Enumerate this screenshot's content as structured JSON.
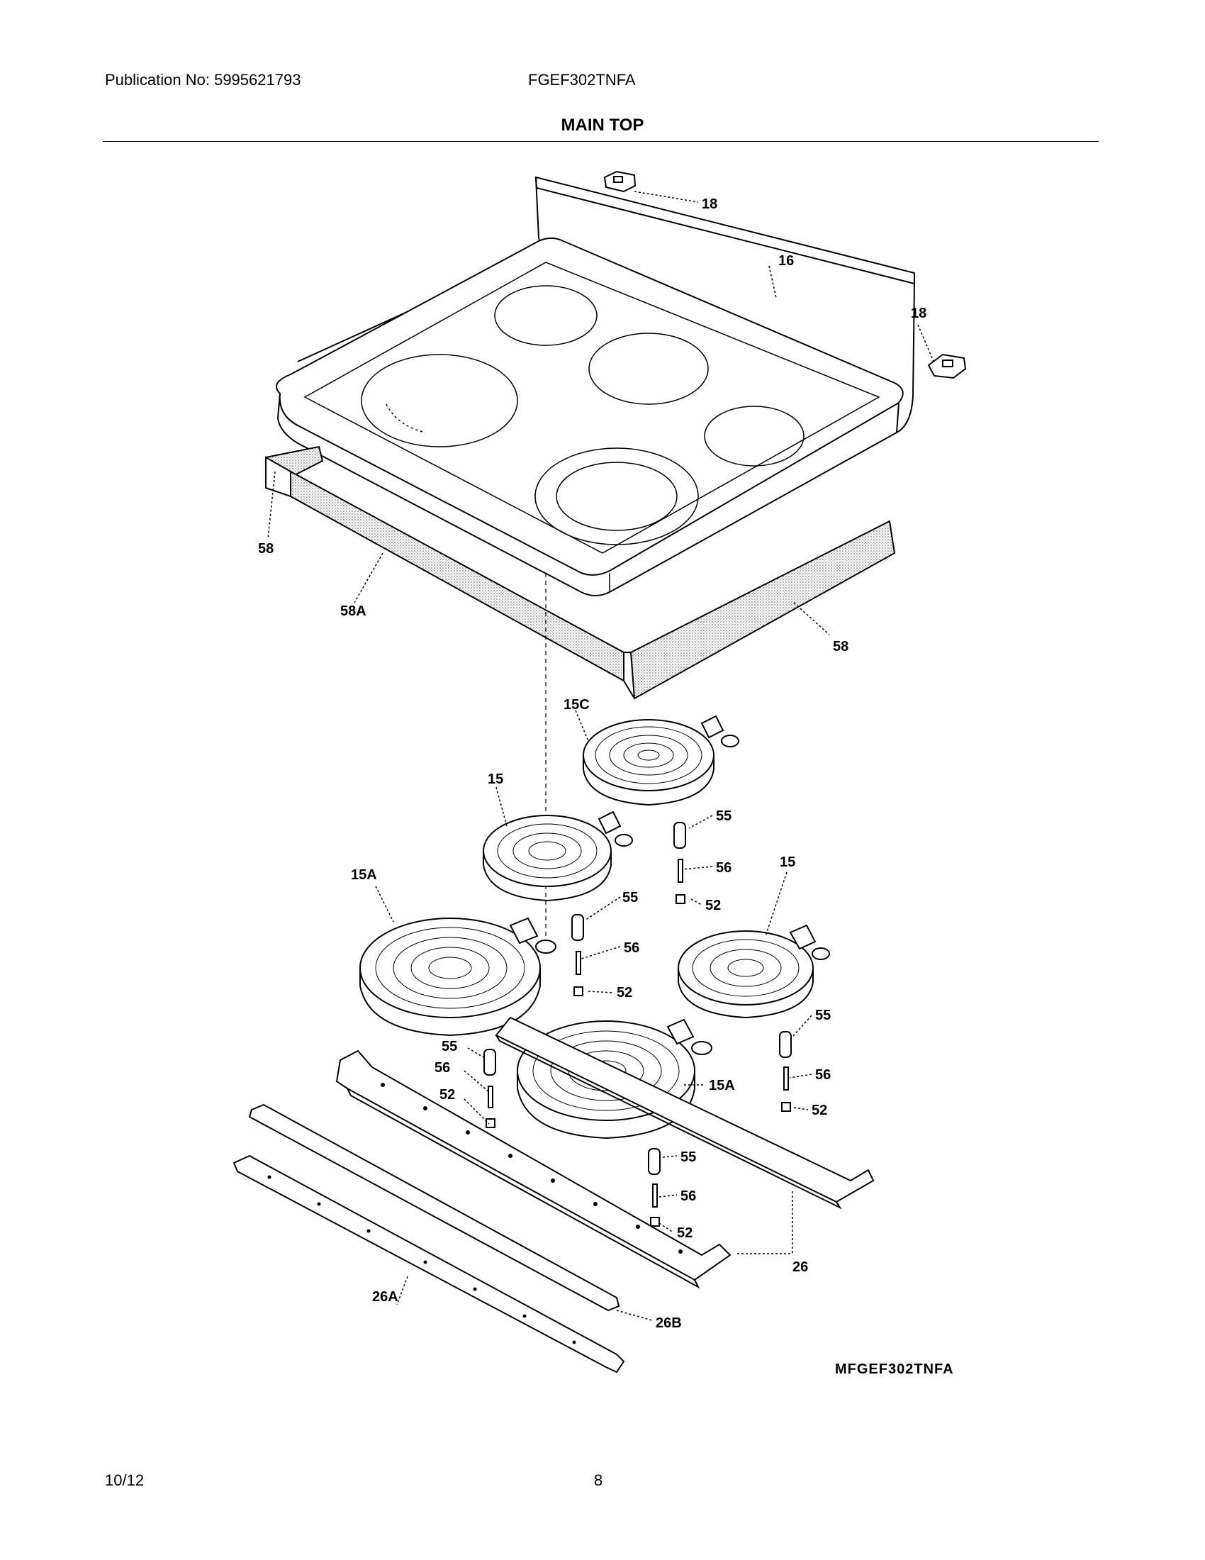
{
  "header": {
    "publication": "Publication No: 5995621793",
    "model": "FGEF302TNFA",
    "title": "MAIN TOP"
  },
  "diagram": {
    "parts": [
      {
        "id": "p18a",
        "label": "18"
      },
      {
        "id": "p16",
        "label": "16"
      },
      {
        "id": "p18b",
        "label": "18"
      },
      {
        "id": "p58a",
        "label": "58"
      },
      {
        "id": "p58A",
        "label": "58A"
      },
      {
        "id": "p58b",
        "label": "58"
      },
      {
        "id": "p15C",
        "label": "15C"
      },
      {
        "id": "p15a",
        "label": "15"
      },
      {
        "id": "p55a",
        "label": "55"
      },
      {
        "id": "p56a",
        "label": "56"
      },
      {
        "id": "p52a",
        "label": "52"
      },
      {
        "id": "p15Aa",
        "label": "15A"
      },
      {
        "id": "p55b",
        "label": "55"
      },
      {
        "id": "p56b",
        "label": "56"
      },
      {
        "id": "p52b",
        "label": "52"
      },
      {
        "id": "p15b",
        "label": "15"
      },
      {
        "id": "p55c",
        "label": "55"
      },
      {
        "id": "p56c",
        "label": "56"
      },
      {
        "id": "p52c",
        "label": "52"
      },
      {
        "id": "p15Ab",
        "label": "15A"
      },
      {
        "id": "p55d",
        "label": "55"
      },
      {
        "id": "p56d",
        "label": "56"
      },
      {
        "id": "p52d",
        "label": "52"
      },
      {
        "id": "p55e",
        "label": "55"
      },
      {
        "id": "p56e",
        "label": "56"
      },
      {
        "id": "p52e",
        "label": "52"
      },
      {
        "id": "p26",
        "label": "26"
      },
      {
        "id": "p26A",
        "label": "26A"
      },
      {
        "id": "p26B",
        "label": "26B"
      }
    ],
    "drawing_code": "MFGEF302TNFA"
  },
  "footer": {
    "date": "10/12",
    "page": "8"
  }
}
